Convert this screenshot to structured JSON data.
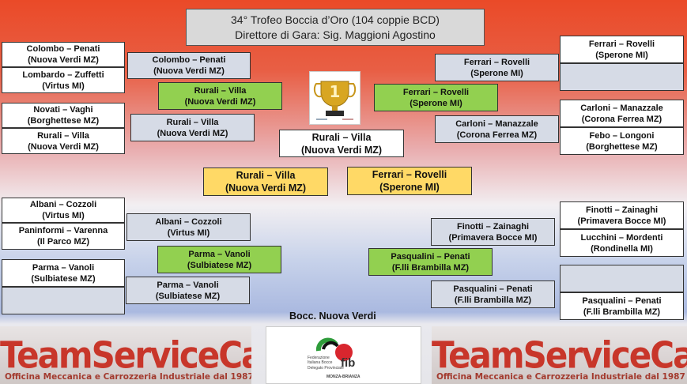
{
  "header": {
    "title_line1": "34° Trofeo Boccia d’Oro (104 coppie BCD)",
    "title_line2": "Direttore di Gara: Sig. Maggioni Agostino"
  },
  "left": {
    "r1": [
      {
        "team": "Colombo – Penati",
        "club": "(Nuova Verdi MZ)"
      },
      {
        "team": "Lombardo – Zuffetti",
        "club": "(Virtus MI)"
      },
      {
        "team": "Novati – Vaghi",
        "club": "(Borghettese MZ)"
      },
      {
        "team": "Rurali – Villa",
        "club": "(Nuova Verdi MZ)"
      },
      {
        "team": "Albani – Cozzoli",
        "club": "(Virtus MI)"
      },
      {
        "team": "Paninformi – Varenna",
        "club": "(Il Parco MZ)"
      },
      {
        "team": "Parma – Vanoli",
        "club": "(Sulbiatese MZ)"
      }
    ],
    "r2": [
      {
        "team": "Colombo – Penati",
        "club": "(Nuova Verdi MZ)"
      },
      {
        "team": "Rurali – Villa",
        "club": "(Nuova Verdi MZ)"
      },
      {
        "team": "Albani – Cozzoli",
        "club": "(Virtus MI)"
      },
      {
        "team": "Parma – Vanoli",
        "club": "(Sulbiatese MZ)"
      }
    ],
    "r3": [
      {
        "team": "Rurali – Villa",
        "club": "(Nuova Verdi MZ)"
      },
      {
        "team": "Parma – Vanoli",
        "club": "(Sulbiatese MZ)"
      }
    ],
    "semi": {
      "team": "Rurali – Villa",
      "club": "(Nuova Verdi MZ)"
    }
  },
  "right": {
    "r1": [
      {
        "team": "Ferrari – Rovelli",
        "club": "(Sperone MI)"
      },
      {
        "team": "Carloni – Manazzale",
        "club": "(Corona Ferrea MZ)"
      },
      {
        "team": "Febo – Longoni",
        "club": "(Borghettese MZ)"
      },
      {
        "team": "Finotti – Zainaghi",
        "club": "(Primavera Bocce MI)"
      },
      {
        "team": "Lucchini – Mordenti",
        "club": "(Rondinella MI)"
      },
      {
        "team": "Pasqualini – Penati",
        "club": "(F.lli Brambilla MZ)"
      }
    ],
    "r2": [
      {
        "team": "Ferrari – Rovelli",
        "club": "(Sperone MI)"
      },
      {
        "team": "Carloni – Manazzale",
        "club": "(Corona Ferrea MZ)"
      },
      {
        "team": "Finotti – Zainaghi",
        "club": "(Primavera Bocce MI)"
      },
      {
        "team": "Pasqualini – Penati",
        "club": "(F.lli Brambilla MZ)"
      }
    ],
    "r3": [
      {
        "team": "Ferrari – Rovelli",
        "club": "(Sperone MI)"
      },
      {
        "team": "Pasqualini – Penati",
        "club": "(F.lli Brambilla MZ)"
      }
    ],
    "semi": {
      "team": "Ferrari – Rovelli",
      "club": "(Sperone MI)"
    }
  },
  "winner": {
    "team": "Rurali – Villa",
    "club": "(Nuova Verdi MZ)"
  },
  "organizer": "Bocc. Nuova Verdi",
  "sponsors": {
    "left_name": "TeamServiceCar",
    "left_sub": "Officina Meccanica e Carrozzeria Industriale dal 1987",
    "right_name": "TeamServiceCar",
    "right_sub": "Officina Meccanica e Carrozzeria Industriale dal 1987",
    "fed_logo": "fib",
    "fed_line1": "Federazione",
    "fed_line2": "Italiana Bocce",
    "fed_line3": "Delegato Provinciale",
    "fed_line4": "MONZA-BRIANZA"
  },
  "colors": {
    "round1": "#ffffff",
    "round2": "#d6dbe6",
    "round3": "#92d050",
    "semifinal": "#ffd966",
    "banner_text": "#c8362a"
  },
  "icons": [
    "trophy-icon",
    "fib-logo-icon"
  ]
}
